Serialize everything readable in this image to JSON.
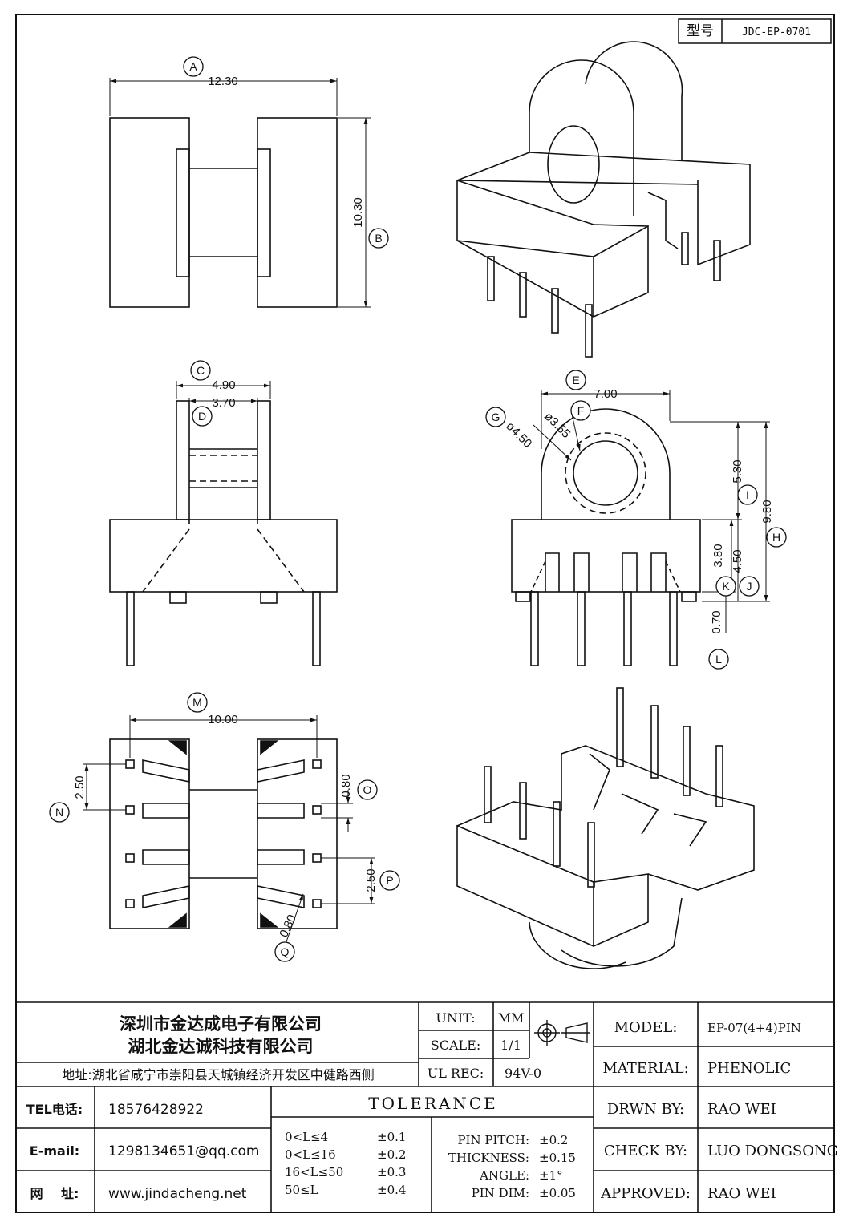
{
  "drawing_number": {
    "label": "型号",
    "value": "JDC-EP-0701"
  },
  "dimensions": {
    "A": "12.30",
    "B": "10.30",
    "C": "4.90",
    "D": "3.70",
    "E": "7.00",
    "F": "ø3.55",
    "G": "ø4.50",
    "I": "5.30",
    "H": "9.80",
    "K": "3.80",
    "J": "4.50",
    "L": "0.70",
    "M": "10.00",
    "N": "2.50",
    "O": "0.80",
    "P": "2.50",
    "Q": "0.80"
  },
  "callouts": [
    "A",
    "B",
    "C",
    "D",
    "E",
    "F",
    "G",
    "H",
    "I",
    "J",
    "K",
    "L",
    "M",
    "N",
    "O",
    "P",
    "Q"
  ],
  "company": {
    "name1": "深圳市金达成电子有限公司",
    "name2": "湖北金达诚科技有限公司",
    "address": "地址:湖北省咸宁市崇阳县天城镇经济开发区中健路西侧"
  },
  "contact": {
    "tel_label": "TEL电话:",
    "tel": "18576428922",
    "email_label": "E-mail:",
    "email": "1298134651@qq.com",
    "web_label": "网    址:",
    "web": "www.jindacheng.net"
  },
  "spec": {
    "unit_label": "UNIT:",
    "unit": "MM",
    "scale_label": "SCALE:",
    "scale": "1/1",
    "ulrec_label": "UL REC:",
    "ulrec": "94V-0"
  },
  "tolerance": {
    "title": "TOLERANCE",
    "ranges": [
      {
        "range": "0<L≤4",
        "tol": "±0.1"
      },
      {
        "range": "0<L≤16",
        "tol": "±0.2"
      },
      {
        "range": "16<L≤50",
        "tol": "±0.3"
      },
      {
        "range": "50≤L",
        "tol": "±0.4"
      }
    ],
    "others": [
      {
        "label": "PIN PITCH:",
        "tol": "±0.2"
      },
      {
        "label": "THICKNESS:",
        "tol": "±0.15"
      },
      {
        "label": "ANGLE:",
        "tol": "±1°"
      },
      {
        "label": "PIN DIM:",
        "tol": "±0.05"
      }
    ]
  },
  "info": {
    "model_label": "MODEL:",
    "model": "EP-07(4+4)PIN",
    "material_label": "MATERIAL:",
    "material": "PHENOLIC",
    "drawn_label": "DRWN BY:",
    "drawn": "RAO WEI",
    "check_label": "CHECK BY:",
    "check": "LUO DONGSONG",
    "approved_label": "APPROVED:",
    "approved": "RAO WEI"
  }
}
